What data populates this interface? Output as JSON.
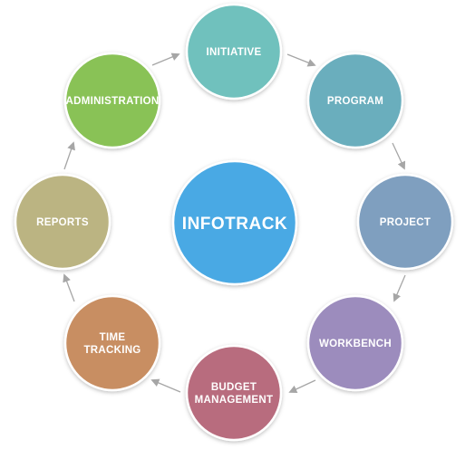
{
  "center": {
    "label": "INFOTRACK",
    "color": "#4aa9e4"
  },
  "nodes": [
    {
      "id": "initiative",
      "lines": [
        "INITIATIVE"
      ],
      "color": "#6fc1bd"
    },
    {
      "id": "program",
      "lines": [
        "PROGRAM"
      ],
      "color": "#6aaebd"
    },
    {
      "id": "project",
      "lines": [
        "PROJECT"
      ],
      "color": "#7f9fbf"
    },
    {
      "id": "workbench",
      "lines": [
        "WORKBENCH"
      ],
      "color": "#9c8cbd"
    },
    {
      "id": "budget-management",
      "lines": [
        "BUDGET",
        "MANAGEMENT"
      ],
      "color": "#b86c7e"
    },
    {
      "id": "time-tracking",
      "lines": [
        "TIME",
        "TRACKING"
      ],
      "color": "#c88e62"
    },
    {
      "id": "reports",
      "lines": [
        "REPORTS"
      ],
      "color": "#bbb482"
    },
    {
      "id": "administration",
      "lines": [
        "ADMINISTRATION"
      ],
      "color": "#89c257"
    }
  ],
  "arrow_color": "#a6a6a6"
}
